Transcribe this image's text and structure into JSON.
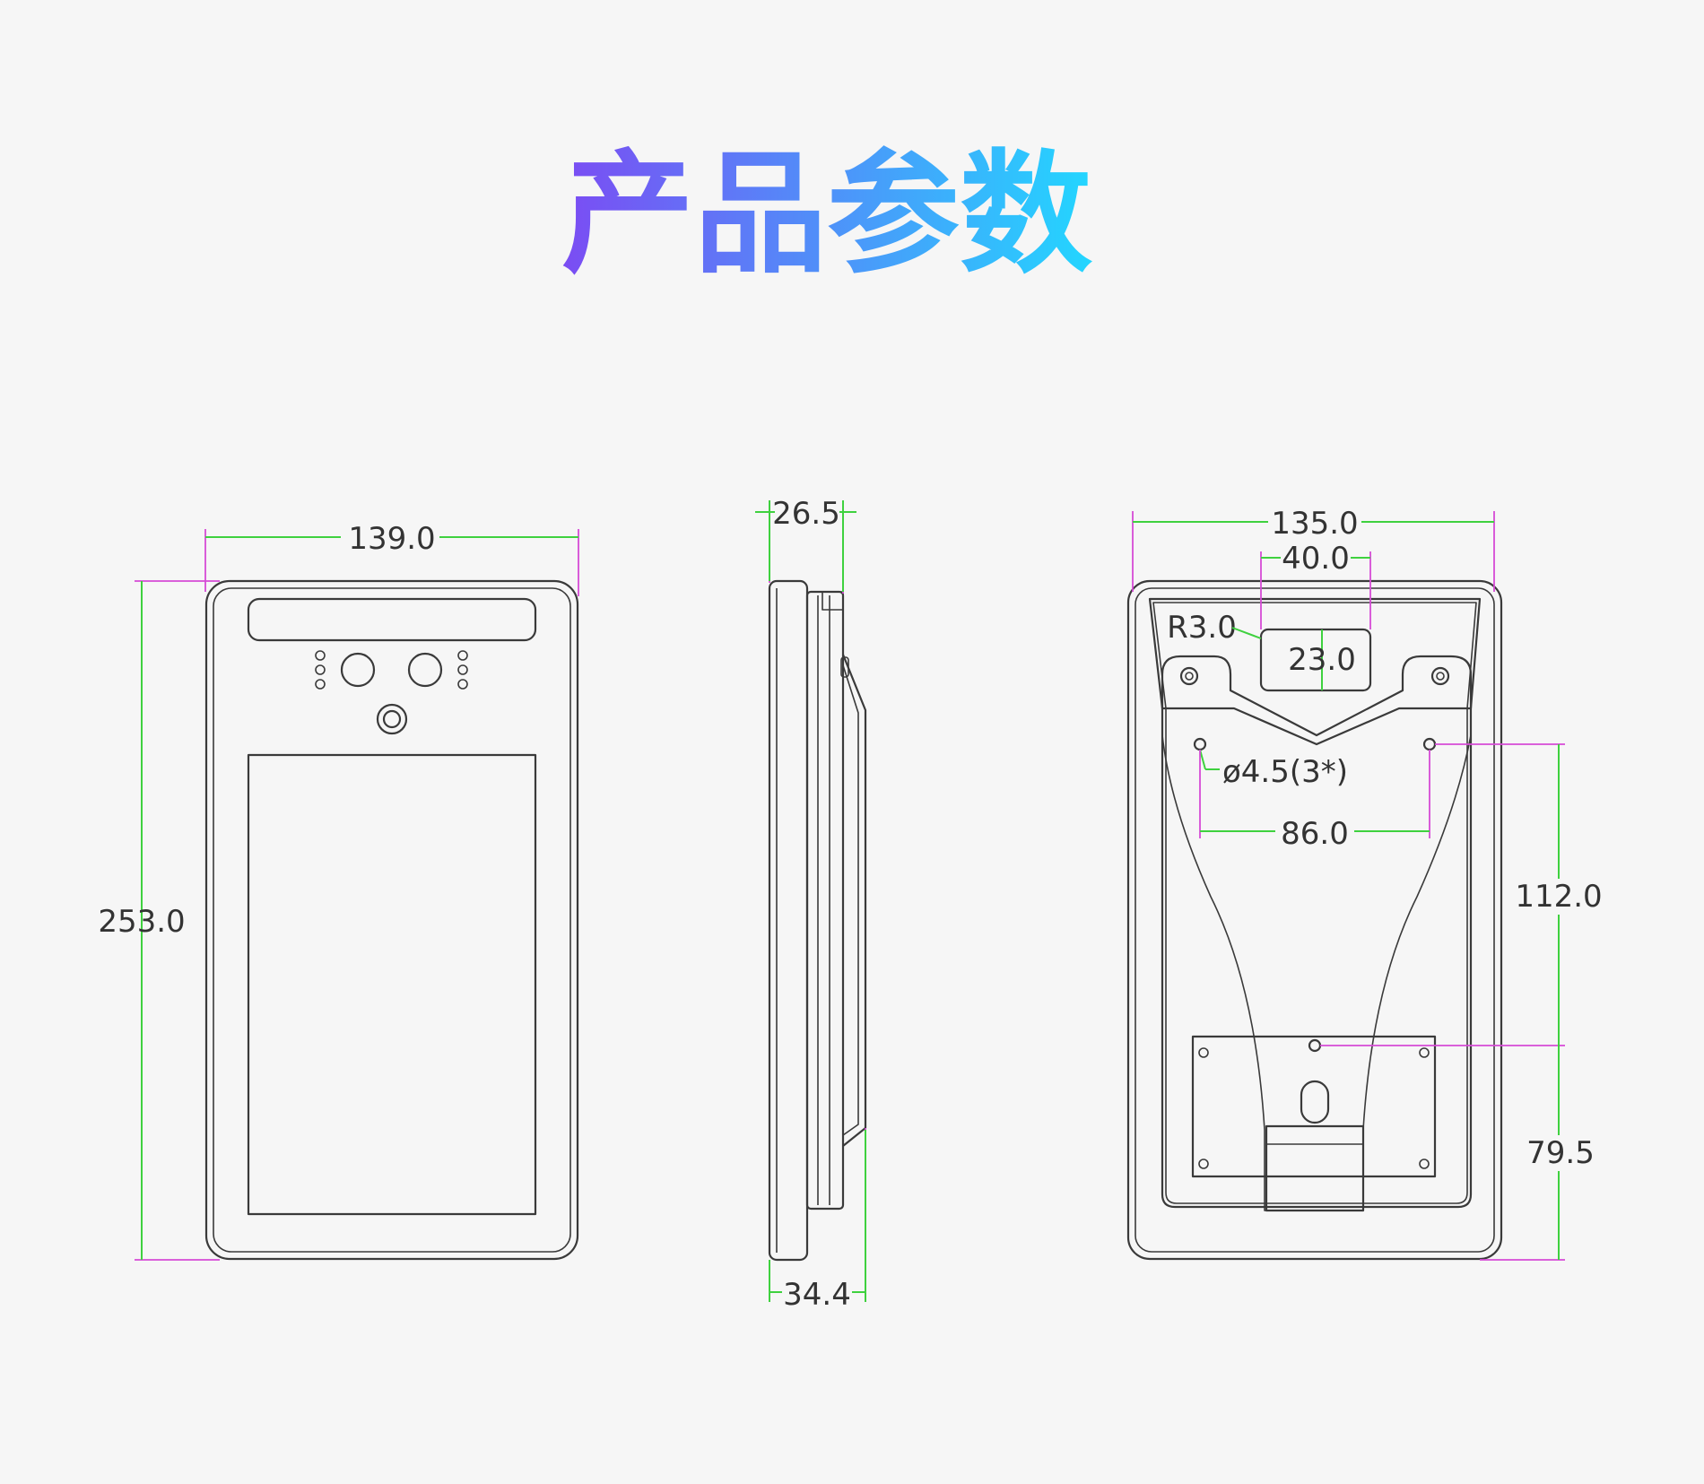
{
  "title": "产品参数",
  "colors": {
    "title_gradient_start": "#7b4cf3",
    "title_gradient_end": "#23d6ff",
    "dimension_line": "#3fd13f",
    "extension_line": "#d64bd6",
    "outline": "#3a3a3a",
    "background": "#f6f6f6"
  },
  "front_view": {
    "width_label": "139.0",
    "height_label": "253.0"
  },
  "side_view": {
    "top_depth_label": "26.5",
    "bottom_depth_label": "34.4"
  },
  "back_view": {
    "width_label": "135.0",
    "slot_width_label": "40.0",
    "slot_height_label": "23.0",
    "radius_label": "R3.0",
    "hole_label": "ø4.5(3*)",
    "hole_spacing_label": "86.0",
    "upper_vertical_label": "112.0",
    "lower_vertical_label": "79.5"
  }
}
